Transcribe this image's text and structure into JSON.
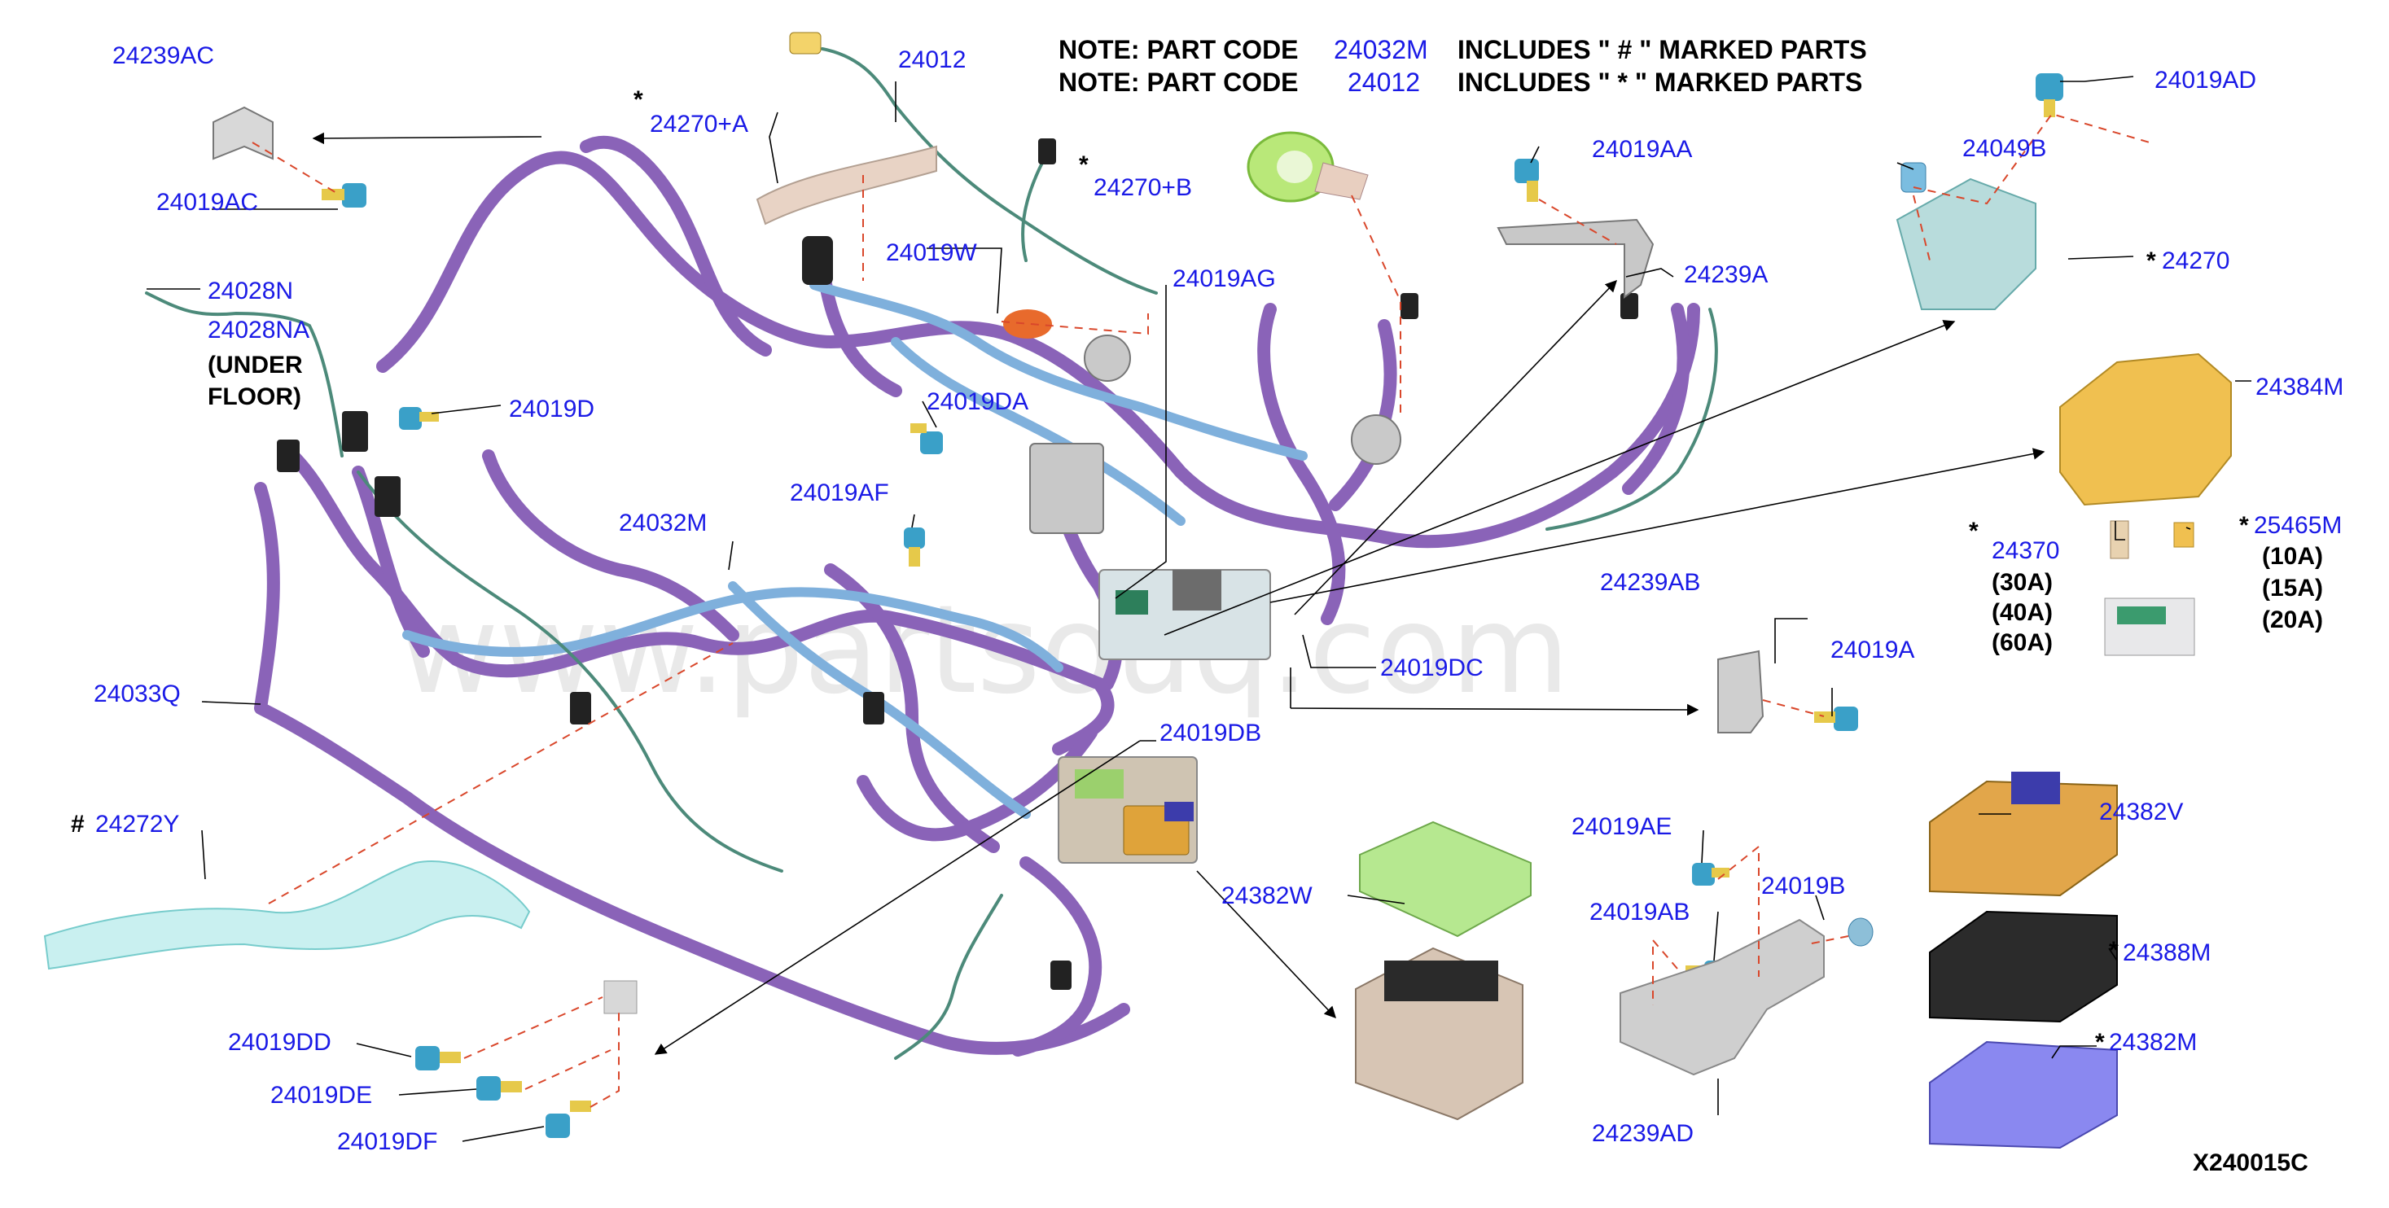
{
  "notes": {
    "line1_prefix": "NOTE: PART CODE",
    "line1_code": "24032M",
    "line1_suffix": "INCLUDES \" # \" MARKED PARTS",
    "line2_prefix": "NOTE: PART CODE",
    "line2_code": "24012",
    "line2_suffix": "INCLUDES \" * \" MARKED PARTS"
  },
  "watermark": "www.partsouq.com",
  "diagram_code": "X240015C",
  "marks": {
    "star": "*",
    "hash": "#"
  },
  "labels": {
    "p24239AC": "24239AC",
    "p24019AC": "24019AC",
    "p24270A": "24270+A",
    "p24012": "24012",
    "p24270B": "24270+B",
    "p24019AA": "24019AA",
    "p24049B": "24049B",
    "p24019AD": "24019AD",
    "p24270": "24270",
    "p24028N": "24028N",
    "p24028NA": "24028NA",
    "under1": "(UNDER",
    "under2": "FLOOR)",
    "p24019W": "24019W",
    "p24019AG": "24019AG",
    "p24239A": "24239A",
    "p24384M": "24384M",
    "p24019D": "24019D",
    "p24019DA": "24019DA",
    "p24019AF": "24019AF",
    "p24032M": "24032M",
    "p24370": "24370",
    "a30": "(30A)",
    "a40": "(40A)",
    "a60": "(60A)",
    "p25465M": "25465M",
    "a10": "(10A)",
    "a15": "(15A)",
    "a20": "(20A)",
    "p24239AB": "24239AB",
    "p24019A": "24019A",
    "p24019DC": "24019DC",
    "p24033Q": "24033Q",
    "p24019DB": "24019DB",
    "p24272Y": "24272Y",
    "p24382V": "24382V",
    "p24019AE": "24019AE",
    "p24382W": "24382W",
    "p24019AB": "24019AB",
    "p24019B": "24019B",
    "p24388M": "24388M",
    "p24382M": "24382M",
    "p24019DD": "24019DD",
    "p24019DE": "24019DE",
    "p24019DF": "24019DF",
    "p24239AD": "24239AD"
  }
}
